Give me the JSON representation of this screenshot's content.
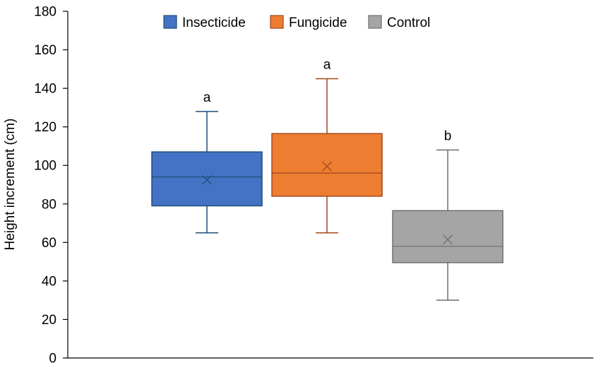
{
  "chart_data": {
    "type": "box",
    "ylabel": "Height increment (cm)",
    "ylim": [
      0,
      180
    ],
    "yticks": [
      "0",
      "20",
      "40",
      "60",
      "80",
      "100",
      "120",
      "140",
      "160",
      "180"
    ],
    "ytick_values": [
      0,
      20,
      40,
      60,
      80,
      100,
      120,
      140,
      160,
      180
    ],
    "grid": false,
    "legend_position": "top-center",
    "series": [
      {
        "name": "Insecticide",
        "color": "#4472C4",
        "whisker_color": "#1F4E79",
        "min": 65,
        "q1": 79,
        "median": 94,
        "mean": 92.5,
        "q3": 107,
        "max": 128,
        "annotation": "a"
      },
      {
        "name": "Fungicide",
        "color": "#ED7D31",
        "whisker_color": "#A0481A",
        "min": 65,
        "q1": 84,
        "median": 96,
        "mean": 99.5,
        "q3": 116.5,
        "max": 145,
        "annotation": "a"
      },
      {
        "name": "Control",
        "color": "#A5A5A5",
        "whisker_color": "#6E6E6E",
        "min": 30,
        "q1": 49.5,
        "median": 58,
        "mean": 61.5,
        "q3": 76.5,
        "max": 108,
        "annotation": "b"
      }
    ]
  }
}
